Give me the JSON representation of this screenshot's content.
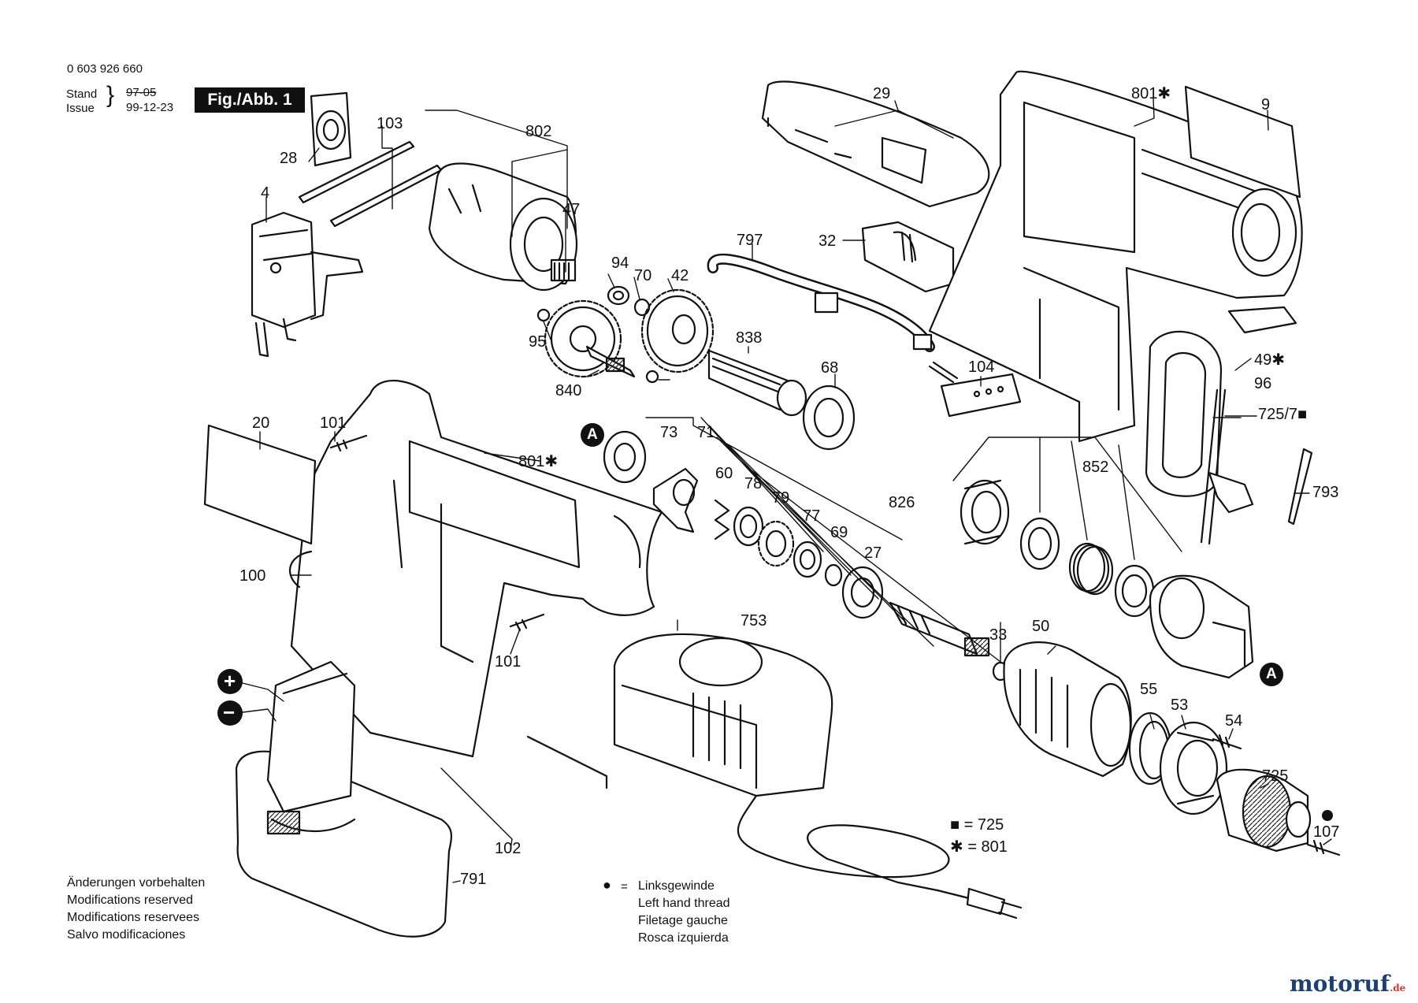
{
  "header": {
    "part_number": "0 603 926 660",
    "stand_label": "Stand",
    "issue_label": "Issue",
    "stand_value": "97-05",
    "issue_value": "99-12-23",
    "figure_label": "Fig./Abb. 1"
  },
  "part_labels": [
    "28",
    "4",
    "103",
    "802",
    "47",
    "94",
    "70",
    "42",
    "95",
    "840",
    "29",
    "32",
    "797",
    "838",
    "68",
    "801✱",
    "9",
    "104",
    "49✱",
    "96",
    "725/7■",
    "793",
    "20",
    "101",
    "801✱",
    "73",
    "71",
    "60",
    "78",
    "79",
    "77",
    "69",
    "27",
    "826",
    "33",
    "852",
    "100",
    "101",
    "753",
    "50",
    "55",
    "53",
    "54",
    "725",
    "107",
    "102",
    "791",
    "A",
    "A"
  ],
  "legend": {
    "square_eq": "■ = 725",
    "star_eq": "✱ = 801",
    "dot_symbol": "●",
    "dot_eq": "=",
    "dot_lines": [
      "Linksgewinde",
      "Left hand thread",
      "Filetage gauche",
      "Rosca izquierda"
    ]
  },
  "modifications": [
    "Änderungen vorbehalten",
    "Modifications reserved",
    "Modifications reservees",
    "Salvo modificaciones"
  ],
  "plus_symbol": "+",
  "minus_symbol": "−",
  "watermark": {
    "brand": "motoruf",
    "tld": ".de"
  }
}
